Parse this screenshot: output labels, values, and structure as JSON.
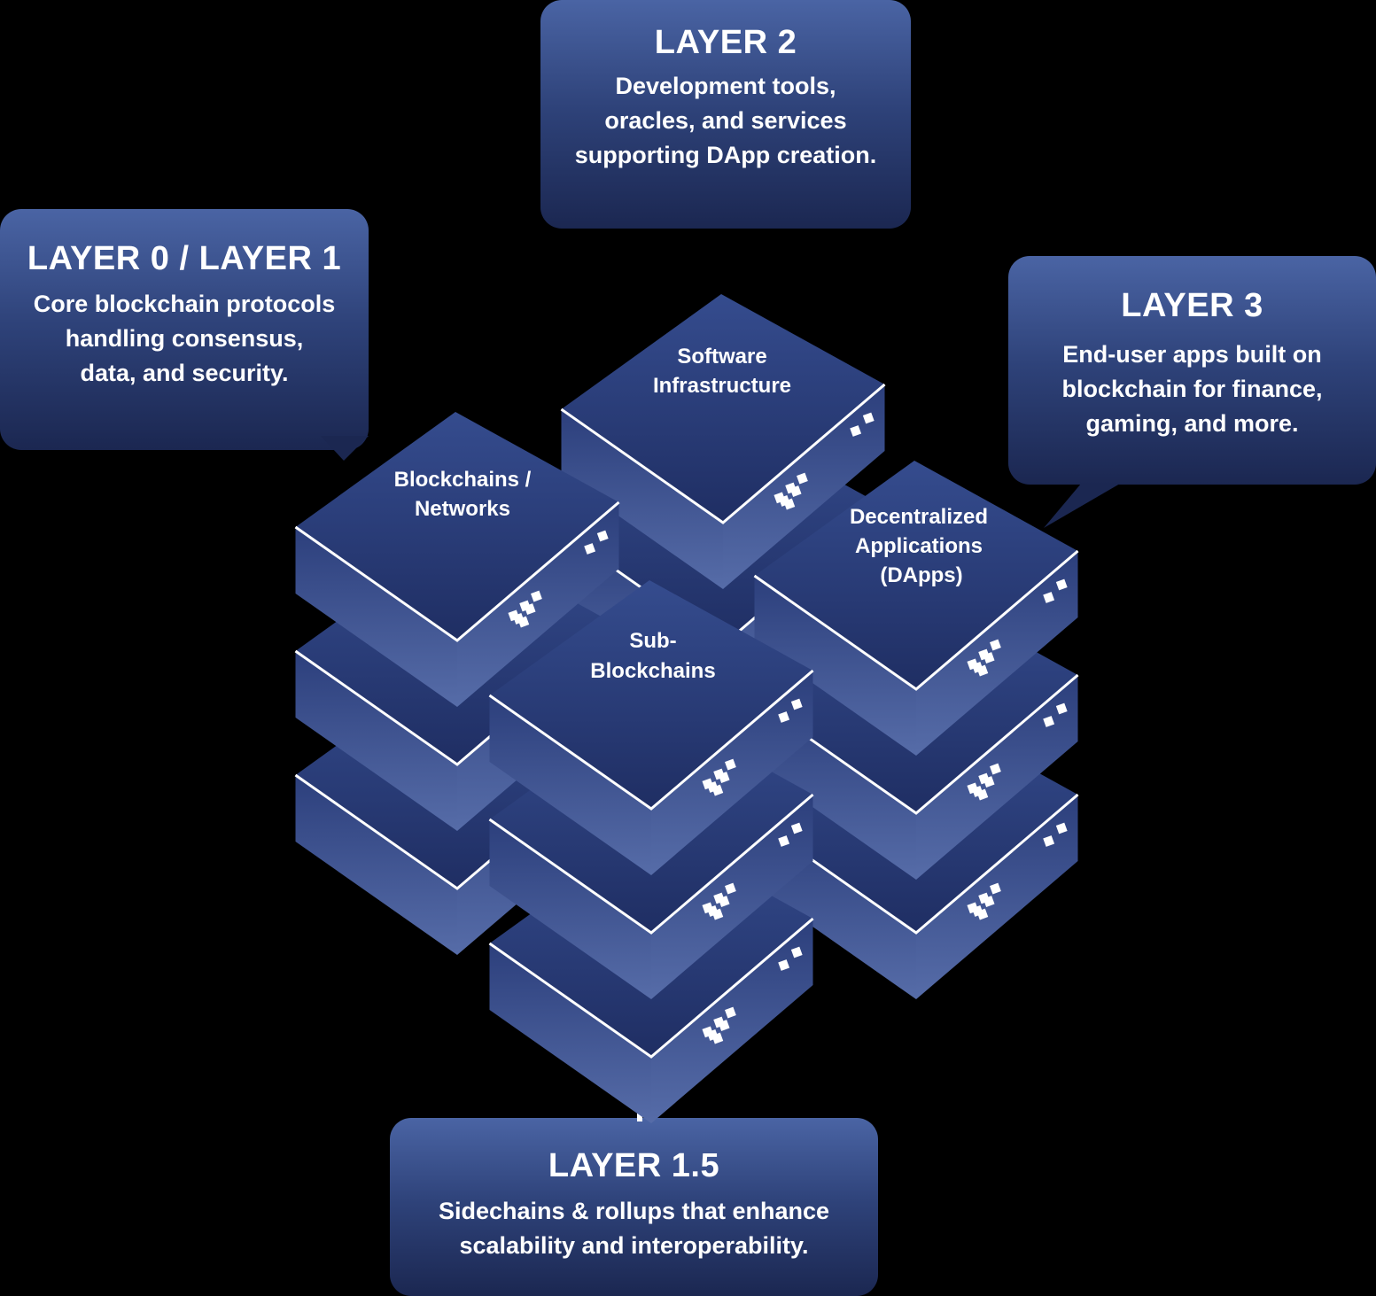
{
  "callouts": {
    "layer2": {
      "title": "LAYER 2",
      "lines": [
        "Development tools,",
        "oracles, and services",
        "supporting DApp creation."
      ]
    },
    "layer0_1": {
      "title": "LAYER 0 / LAYER 1",
      "lines": [
        "Core blockchain protocols",
        "handling consensus,",
        "data, and security."
      ]
    },
    "layer3": {
      "title": "LAYER 3",
      "lines": [
        "End-user apps built on",
        "blockchain for finance,",
        "gaming, and more."
      ]
    },
    "layer1_5": {
      "title": "LAYER 1.5",
      "lines": [
        "Sidechains & rollups that enhance",
        "scalability and interoperability."
      ]
    }
  },
  "stacks": {
    "software": {
      "lines": [
        "Software",
        "Infrastructure"
      ]
    },
    "blockchains": {
      "lines": [
        "Blockchains /",
        "Networks"
      ]
    },
    "dapps": {
      "lines": [
        "Decentralized",
        "Applications",
        "(DApps)"
      ]
    },
    "sub": {
      "lines": [
        "Sub-",
        "Blockchains"
      ]
    }
  },
  "colors": {
    "callout_top": "#4a64a4",
    "callout_bottom": "#1b2751",
    "block_top_face": "#253770",
    "block_side_face": "#4a5f9c",
    "text": "#ffffff"
  }
}
